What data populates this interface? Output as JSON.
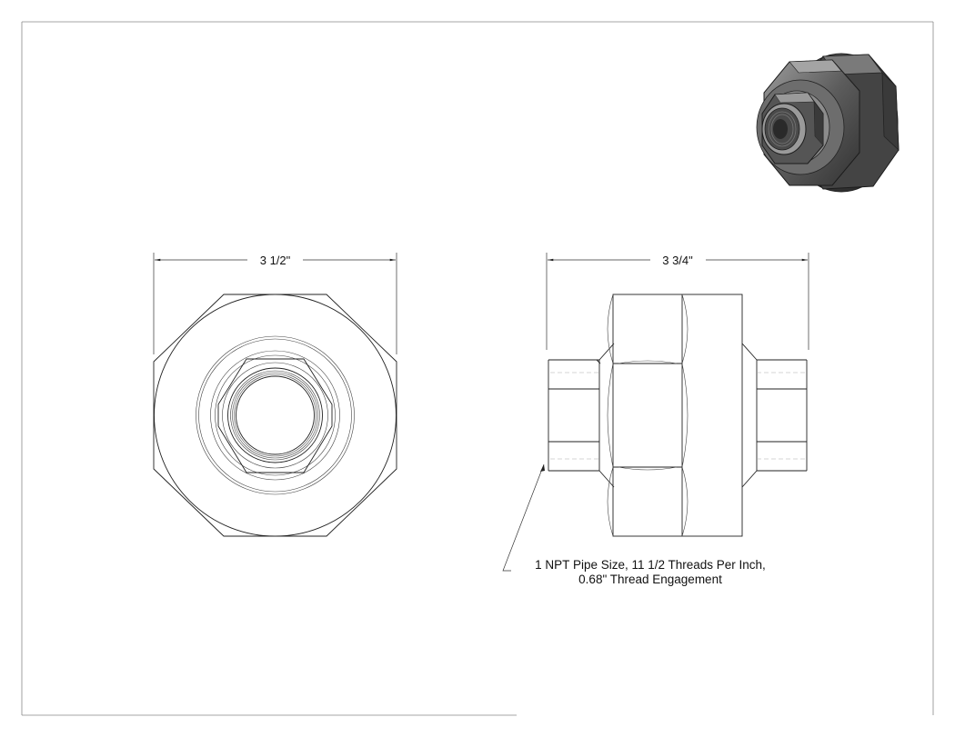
{
  "drawing": {
    "dimensions": {
      "front_width": "3 1/2\"",
      "side_length": "3 3/4\""
    },
    "note": {
      "line1": "1 NPT Pipe Size, 11 1/2 Threads Per Inch,",
      "line2": "0.68\" Thread Engagement"
    },
    "colors": {
      "line": "#222222",
      "hidden_line": "#aaaaaa",
      "render_dark": "#3a3a3a",
      "render_mid": "#6a6a6a",
      "render_light": "#9a9a9a"
    }
  }
}
